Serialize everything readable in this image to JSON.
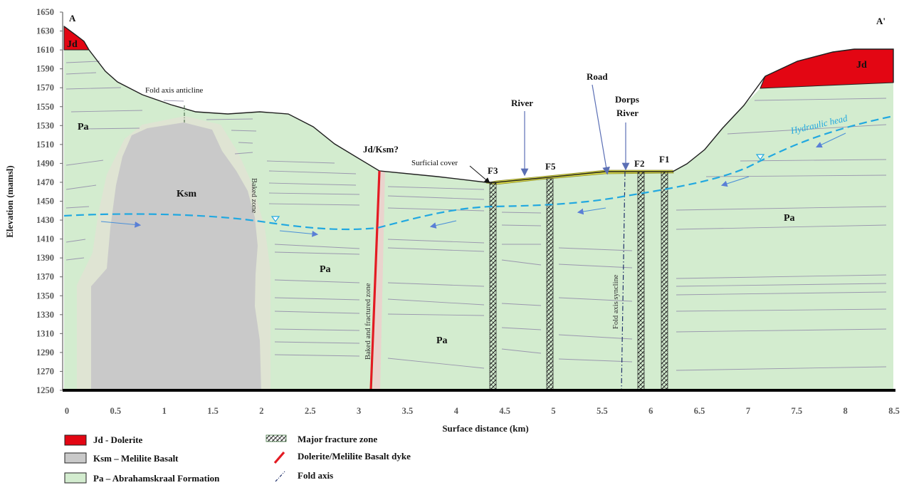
{
  "section_ends": {
    "start": "A",
    "end": "A'"
  },
  "axes": {
    "y_title": "Elevation (mamsl)",
    "x_title": "Surface distance (km)",
    "y_ticks": [
      "1650",
      "1630",
      "1610",
      "1590",
      "1570",
      "1550",
      "1530",
      "1510",
      "1490",
      "1470",
      "1450",
      "1430",
      "1410",
      "1390",
      "1370",
      "1350",
      "1330",
      "1310",
      "1290",
      "1270",
      "1250"
    ],
    "x_ticks": [
      "0",
      "0.5",
      "1",
      "1.5",
      "2",
      "2.5",
      "3",
      "3.5",
      "4",
      "4.5",
      "5",
      "5.5",
      "6",
      "6.5",
      "7",
      "7.5",
      "8",
      "8.5"
    ],
    "y_range": [
      1250,
      1650
    ],
    "x_range": [
      0,
      8.5
    ]
  },
  "units": {
    "jd_left": "Jd",
    "jd_right": "Jd",
    "ksm": "Ksm",
    "pa_1": "Pa",
    "pa_2": "Pa",
    "pa_3": "Pa",
    "pa_4": "Pa"
  },
  "annotations": {
    "fold_anticline": "Fold axis anticline",
    "baked_zone": "Baked zone",
    "jd_ksm": "Jd/Ksm?",
    "baked_fractured": "Baked and fractured zone",
    "surficial_cover": "Surficial cover",
    "river": "River",
    "road": "Road",
    "dorps_1": "Dorps",
    "dorps_2": "River",
    "fold_syncline": "Fold axis syncline",
    "hydraulic_head": "Hydraulic head"
  },
  "fractures": [
    {
      "name": "F3",
      "x_km": 4.37
    },
    {
      "name": "F5",
      "x_km": 4.97
    },
    {
      "name": "F2",
      "x_km": 5.9
    },
    {
      "name": "F1",
      "x_km": 6.14
    }
  ],
  "legend": {
    "jd": "Jd - Dolerite",
    "ksm": "Ksm – Melilite Basalt",
    "pa": "Pa – Abrahamskraal Formation",
    "fracture": "Major fracture zone",
    "dyke": "Dolerite/Melilite Basalt dyke",
    "fold": "Fold axis"
  },
  "colors": {
    "dolerite": "#e30613",
    "melilite_basalt": "#c9c9c9",
    "abrahamskraal": "#d3eccf",
    "baked_zone": "#dfe4d3",
    "water_table": "#21a8e0",
    "dyke": "#e31b23",
    "surficial_cover": "#dede48",
    "pointer_arrow": "#6f7fc0"
  }
}
